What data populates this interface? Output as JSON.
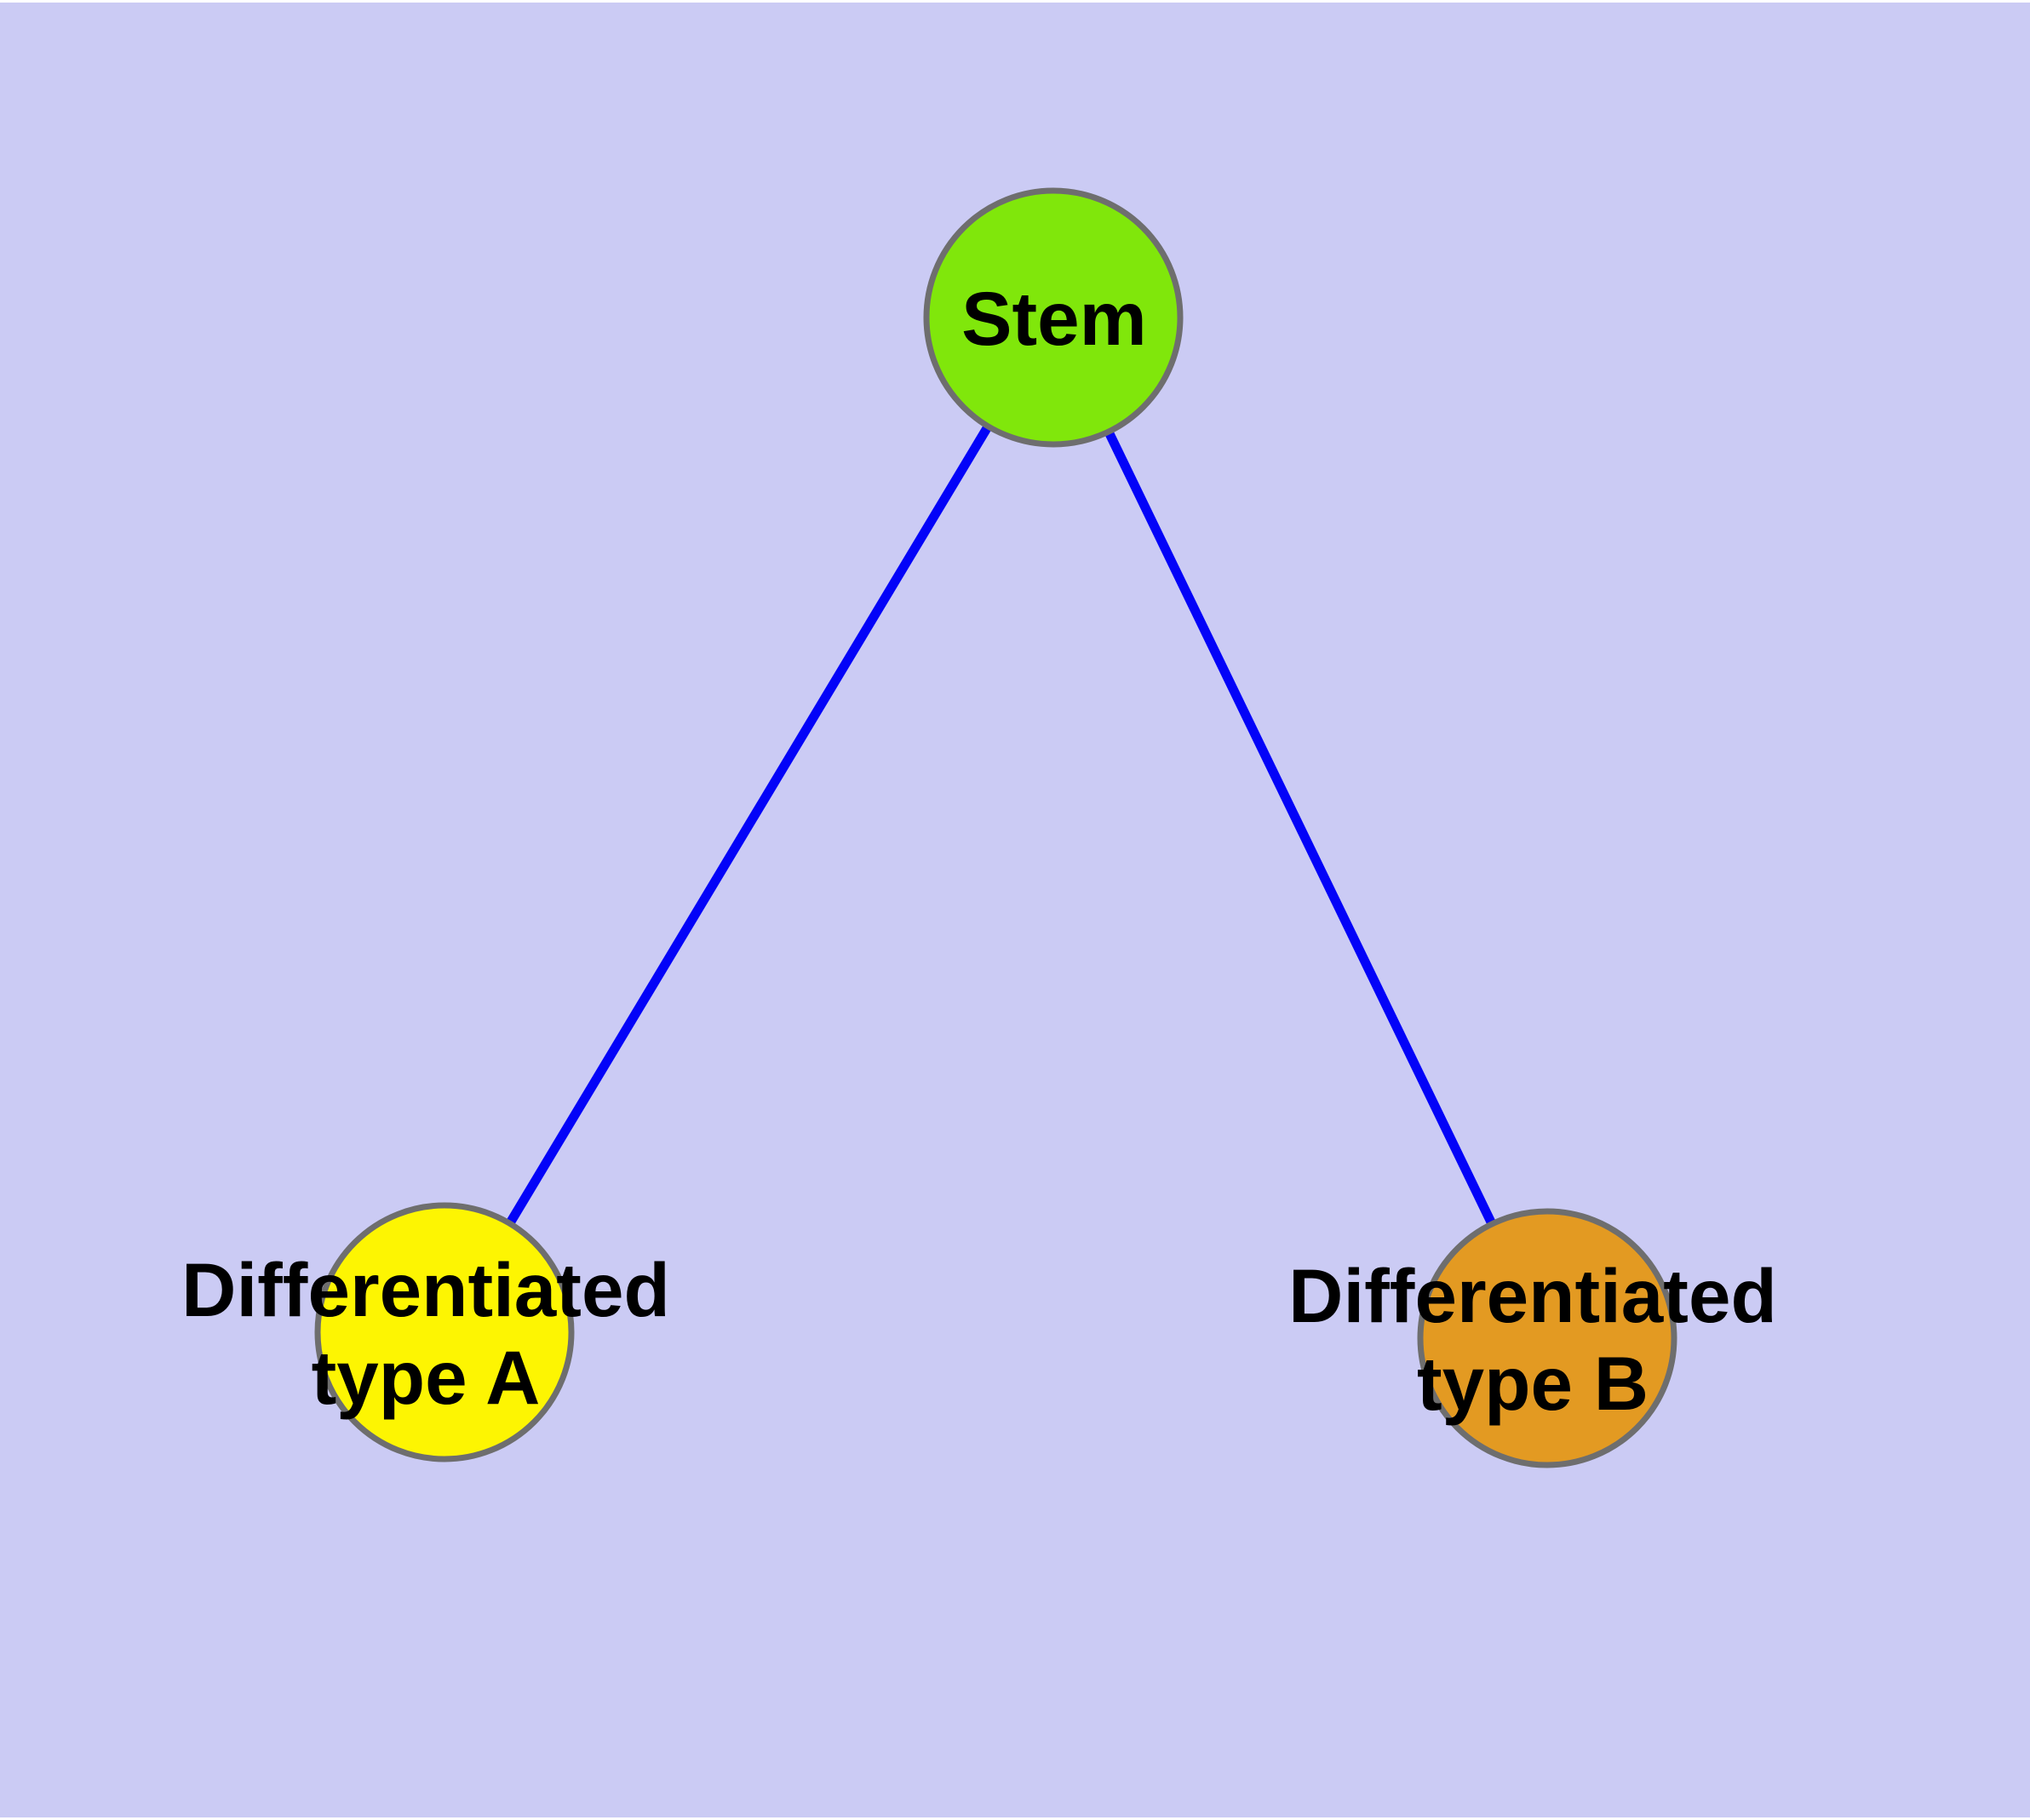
{
  "diagram": {
    "type": "graph",
    "description": "Stem cell differentiation graph with one stem node and two differentiated cell-type nodes",
    "background_color": "#CBCBF4",
    "edge_color": "#0303F8",
    "node_border_color": "#6E6E6E",
    "label_color": "#000000",
    "nodes": [
      {
        "id": "stem",
        "label": "Stem",
        "label_line1": "Stem",
        "label_line2": "",
        "fill": "#80E70B"
      },
      {
        "id": "differentiated-type-a",
        "label": "Differentiated type A",
        "label_line1": "Differentiated",
        "label_line2": "type A",
        "fill": "#FDF502"
      },
      {
        "id": "differentiated-type-b",
        "label": "Differentiated type B",
        "label_line1": "Differentiated",
        "label_line2": "type B",
        "fill": "#E39A22"
      }
    ],
    "edges": [
      {
        "from": "Stem",
        "to": "Differentiated type A"
      },
      {
        "from": "Stem",
        "to": "Differentiated type B"
      }
    ]
  }
}
